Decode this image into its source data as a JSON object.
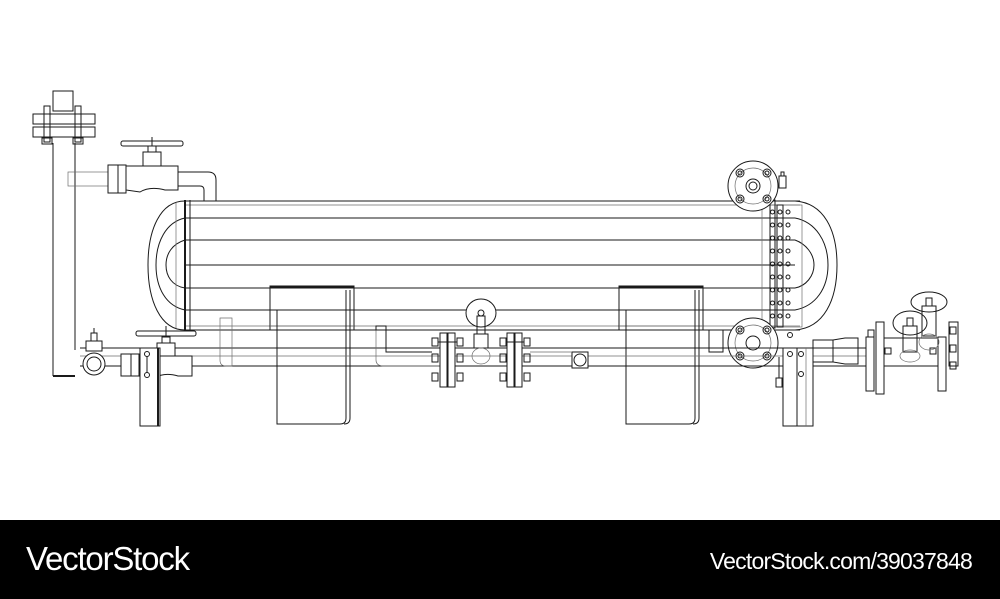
{
  "illustration": {
    "subject": "Horizontal pressure vessel with piping, valves and flanges (wireframe line drawing)",
    "components": [
      "horizontal-tank",
      "left-dished-head",
      "right-dished-head",
      "saddle-support-left",
      "saddle-support-right",
      "vertical-vent-pipe-with-flange",
      "top-gate-valve-with-handwheel",
      "bottom-gate-valve-with-handwheel",
      "center-flanged-valve",
      "manhole-flange-top",
      "manhole-flange-bottom",
      "level-gauge",
      "right-outlet-valve-assembly",
      "pipe-supports"
    ],
    "colors": {
      "line": "#1a1a1a",
      "thin_line": "#6d6d6d",
      "background": "#ffffff"
    }
  },
  "footer": {
    "brand": "VectorStock",
    "reference": "VectorStock.com/39037848",
    "background": "#000000",
    "text_color": "#ffffff"
  }
}
